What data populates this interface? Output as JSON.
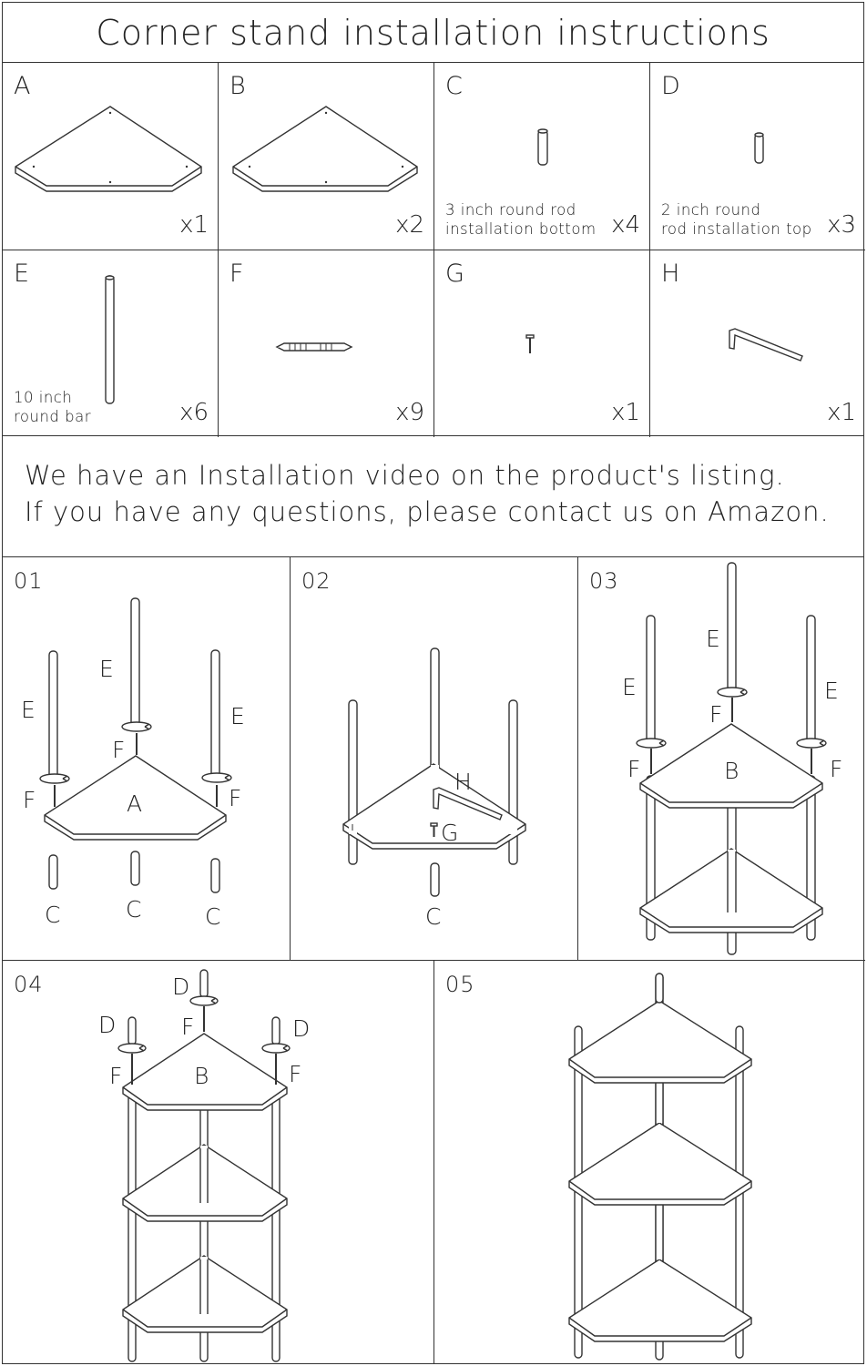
{
  "title": "Corner stand installation instructions",
  "parts": [
    {
      "letter": "A",
      "qty": "x1",
      "desc": "",
      "icon": "corner-shelf-icon"
    },
    {
      "letter": "B",
      "qty": "x2",
      "desc": "",
      "icon": "corner-shelf-icon"
    },
    {
      "letter": "C",
      "qty": "x4",
      "desc": "3 inch round rod\ninstallation bottom",
      "icon": "short-rod-icon"
    },
    {
      "letter": "D",
      "qty": "x3",
      "desc": "2 inch round\nrod installation top",
      "icon": "short-rod-icon"
    },
    {
      "letter": "E",
      "qty": "x6",
      "desc": "10 inch\nround bar",
      "icon": "long-bar-icon"
    },
    {
      "letter": "F",
      "qty": "x9",
      "desc": "",
      "icon": "dowel-screw-icon"
    },
    {
      "letter": "G",
      "qty": "x1",
      "desc": "",
      "icon": "screw-icon"
    },
    {
      "letter": "H",
      "qty": "x1",
      "desc": "",
      "icon": "allen-key-icon"
    }
  ],
  "notice": {
    "line1": "We have an Installation video on the product's listing.",
    "line2": "If you have any questions, please contact us on Amazon."
  },
  "steps": [
    {
      "num": "01",
      "labels": {
        "e": "E",
        "f": "F",
        "a": "A",
        "c": "C"
      }
    },
    {
      "num": "02",
      "labels": {
        "h": "H",
        "g": "G",
        "c": "C"
      }
    },
    {
      "num": "03",
      "labels": {
        "e": "E",
        "f": "F",
        "b": "B"
      }
    },
    {
      "num": "04",
      "labels": {
        "d": "D",
        "f": "F",
        "b": "B"
      }
    },
    {
      "num": "05",
      "labels": {}
    }
  ]
}
